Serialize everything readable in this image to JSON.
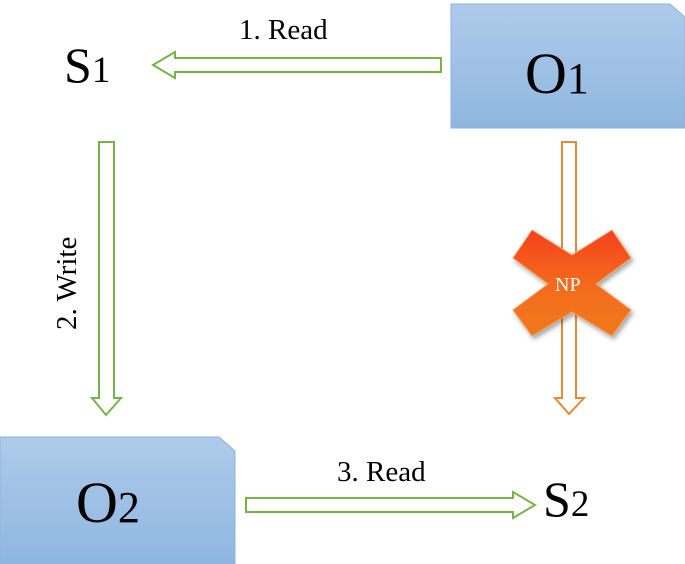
{
  "nodes": {
    "s1": {
      "letter": "S",
      "sub": "1"
    },
    "o1": {
      "letter": "O",
      "sub": "1"
    },
    "o2": {
      "letter": "O",
      "sub": "2"
    },
    "s2": {
      "letter": "S",
      "sub": "2"
    }
  },
  "edges": {
    "read1": {
      "label": "1. Read",
      "color": "#77b347"
    },
    "write2": {
      "label": "2. Write",
      "color": "#77b347"
    },
    "read3": {
      "label": "3. Read",
      "color": "#77b347"
    },
    "blocked": {
      "label": "NP",
      "color": "#e8883a"
    }
  },
  "colors": {
    "object_box": "#9dc0e6",
    "object_border": "#7ea6d6",
    "cross": "#f26a1b"
  },
  "icons": {
    "cross": "x-mark-icon"
  }
}
